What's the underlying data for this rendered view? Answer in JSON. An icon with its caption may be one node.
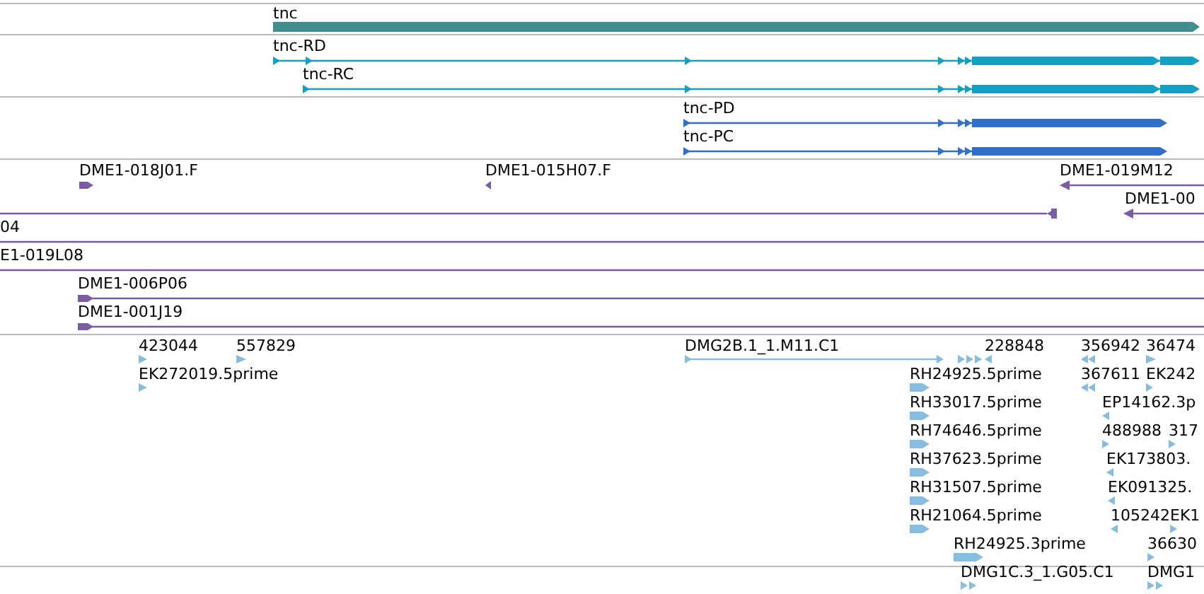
{
  "diagram": {
    "labels": [
      "tnc",
      "tnc-RD",
      "tnc-RC",
      "tnc-PD",
      "tnc-PC",
      "DME1-018J01.F",
      "DME1-015H07.F",
      "DME1-019M12",
      "DME1-00",
      "04",
      "E1-019L08",
      "DME1-006P06",
      "DME1-001J19",
      "423044",
      "557829",
      "DMG2B.1_1.M11.C1",
      "228848",
      "356942",
      "36474",
      "EK272019.5prime",
      "RH24925.5prime",
      "367611",
      "EK242",
      "RH33017.5prime",
      "EP14162.3p",
      "RH74646.5prime",
      "488988",
      "317",
      "RH37623.5prime",
      "EK173803.",
      "RH31507.5prime",
      "EK091325.",
      "RH21064.5prime",
      "105242",
      "EK1",
      "RH24925.3prime",
      "36630",
      "DMG1C.3_1.G05.C1",
      "DMG1"
    ]
  }
}
